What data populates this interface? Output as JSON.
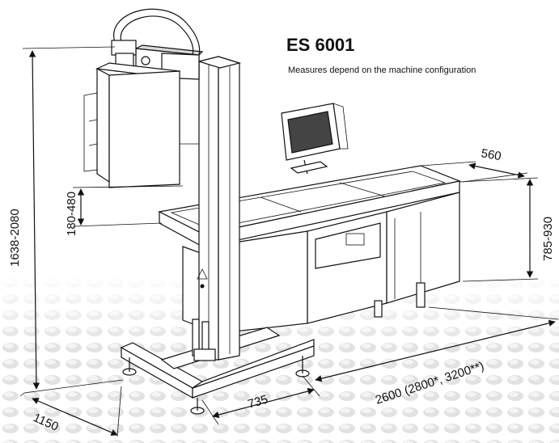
{
  "title": "ES 6001",
  "subtitle": "Measures depend on the machine configuration",
  "dimensions": {
    "total_height": "1638-2080",
    "head_clearance": "180-480",
    "table_height": "785-930",
    "depth": "560",
    "base_front": "735",
    "base_width": "1150",
    "length": "2600 (2800*, 3200**)"
  },
  "colors": {
    "line": "#111111",
    "body_fill": "#ffffff",
    "shade": "#d9d9d9",
    "dark": "#3a3a3a"
  },
  "icons": {
    "warning": "warning-triangle-icon"
  }
}
